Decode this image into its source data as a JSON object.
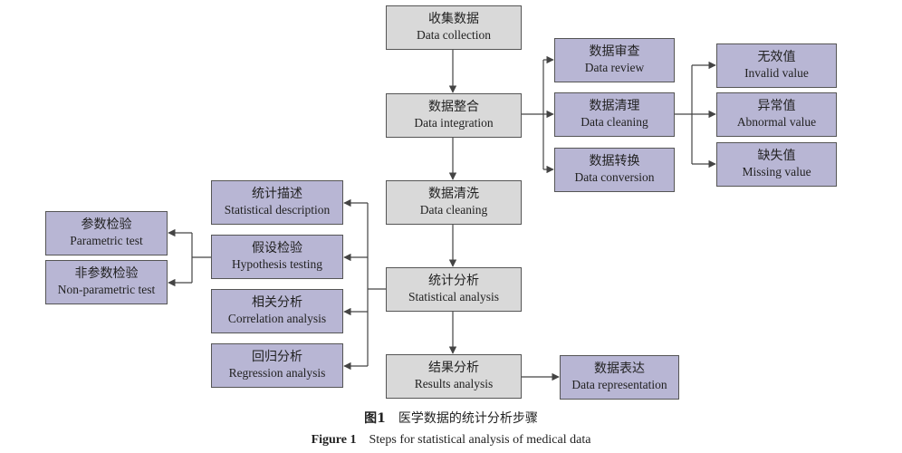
{
  "nodes": {
    "collection": {
      "zh": "收集数据",
      "en": "Data collection"
    },
    "integration": {
      "zh": "数据整合",
      "en": "Data integration"
    },
    "cleaning": {
      "zh": "数据清洗",
      "en": "Data cleaning"
    },
    "analysis": {
      "zh": "统计分析",
      "en": "Statistical analysis"
    },
    "results": {
      "zh": "结果分析",
      "en": "Results analysis"
    },
    "review": {
      "zh": "数据审查",
      "en": "Data review"
    },
    "cleaning2": {
      "zh": "数据清理",
      "en": "Data cleaning"
    },
    "conversion": {
      "zh": "数据转换",
      "en": "Data conversion"
    },
    "invalid": {
      "zh": "无效值",
      "en": "Invalid value"
    },
    "abnormal": {
      "zh": "异常值",
      "en": "Abnormal value"
    },
    "missing": {
      "zh": "缺失值",
      "en": "Missing value"
    },
    "descriptive": {
      "zh": "统计描述",
      "en": "Statistical description"
    },
    "hypothesis": {
      "zh": "假设检验",
      "en": "Hypothesis testing"
    },
    "correlation": {
      "zh": "相关分析",
      "en": "Correlation analysis"
    },
    "regression": {
      "zh": "回归分析",
      "en": "Regression analysis"
    },
    "parametric": {
      "zh": "参数检验",
      "en": "Parametric test"
    },
    "nonparametric": {
      "zh": "非参数检验",
      "en": "Non-parametric test"
    },
    "representation": {
      "zh": "数据表达",
      "en": "Data representation"
    }
  },
  "caption": {
    "zh_label": "图1",
    "zh_text": "医学数据的统计分析步骤",
    "en_label": "Figure 1",
    "en_text": "Steps for statistical analysis of medical data"
  },
  "colors": {
    "main_fill": "#d9d9d9",
    "side_fill": "#b8b6d4",
    "line": "#444444"
  }
}
